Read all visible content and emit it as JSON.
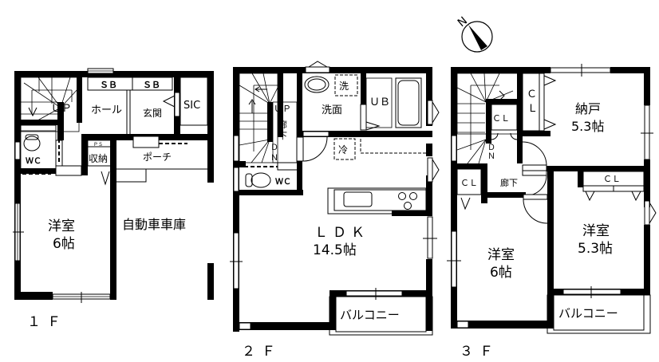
{
  "compass": {
    "label": "N",
    "icon": "north-arrow-icon"
  },
  "floors": [
    {
      "id": "1F",
      "label": "１Ｆ",
      "rooms": {
        "stair_up": "ＵＰ",
        "hall": "ホール",
        "sb1": "ＳＢ",
        "sb2": "ＳＢ",
        "entrance": "玄関",
        "sic": "SIC",
        "wc": "ＷＣ",
        "ps": "ＰＳ",
        "storage": "収納",
        "porch": "ポーチ",
        "western_room": "洋室",
        "western_room_size": "6帖",
        "garage": "自動車車庫"
      }
    },
    {
      "id": "2F",
      "label": "２Ｆ",
      "rooms": {
        "stair_up": "ＵＰ",
        "stair_dn_d": "Ｄ",
        "stair_dn_n": "Ｎ",
        "corridor_1": "廊",
        "corridor_2": "下",
        "washroom": "洗面",
        "washer": "洗",
        "unit_bath": "ＵＢ",
        "fridge": "冷",
        "wc": "ＷＣ",
        "ldk": "ＬＤＫ",
        "ldk_size": "14.5帖",
        "balcony": "バルコニー"
      }
    },
    {
      "id": "3F",
      "label": "３Ｆ",
      "rooms": {
        "closet_top": "ＣＬ",
        "closet_top_c": "Ｃ",
        "closet_top_l": "Ｌ",
        "closet_mid": "ＣＬ",
        "closet_left": "ＣＬ",
        "closet_right": "ＣＬ",
        "storeroom": "納戸",
        "storeroom_size": "5.3帖",
        "corridor": "廊下",
        "stair_dn_d": "Ｄ",
        "stair_dn_n": "Ｎ",
        "western_room_a": "洋室",
        "western_room_a_size": "6帖",
        "western_room_b": "洋室",
        "western_room_b_size": "5.3帖",
        "balcony": "バルコニー"
      }
    }
  ],
  "colors": {
    "wall": "#000000",
    "background": "#ffffff",
    "line": "#000000"
  }
}
